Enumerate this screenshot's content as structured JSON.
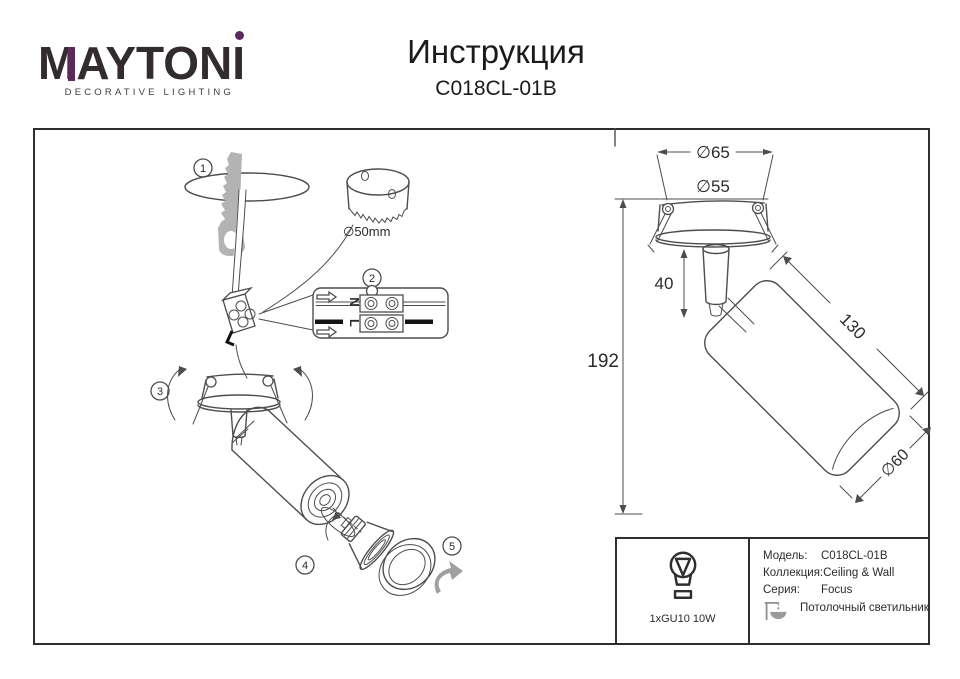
{
  "header": {
    "brand": {
      "word_m": "M",
      "word_rest": "AYTON",
      "word_i": "I",
      "tagline": "DECORATIVE LIGHTING",
      "accent_color": "#5b2a5b"
    },
    "title": "Инструкция",
    "model": "C018CL-01B"
  },
  "assembly": {
    "steps": [
      {
        "number": "1"
      },
      {
        "number": "2"
      },
      {
        "number": "3"
      },
      {
        "number": "4"
      },
      {
        "number": "5"
      }
    ],
    "hole_saw_label": "∅50mm",
    "terminal": {
      "neutral": "N",
      "live": "L"
    }
  },
  "dimensions": {
    "outer_diameter": "∅65",
    "cutout_diameter": "∅55",
    "stem_height": "40",
    "total_height": "192",
    "body_length": "130",
    "body_diameter": "∅60",
    "line_color": "#4d4d4d"
  },
  "spec": {
    "lamp_label": "1xGU10 10W",
    "rows": [
      {
        "label": "Модель:",
        "value": "C018CL-01B"
      },
      {
        "label": "Коллекция:",
        "value": "Ceiling & Wall"
      },
      {
        "label": "Серия:",
        "value": "Focus"
      }
    ],
    "type_label": "Потолочный светильник"
  }
}
